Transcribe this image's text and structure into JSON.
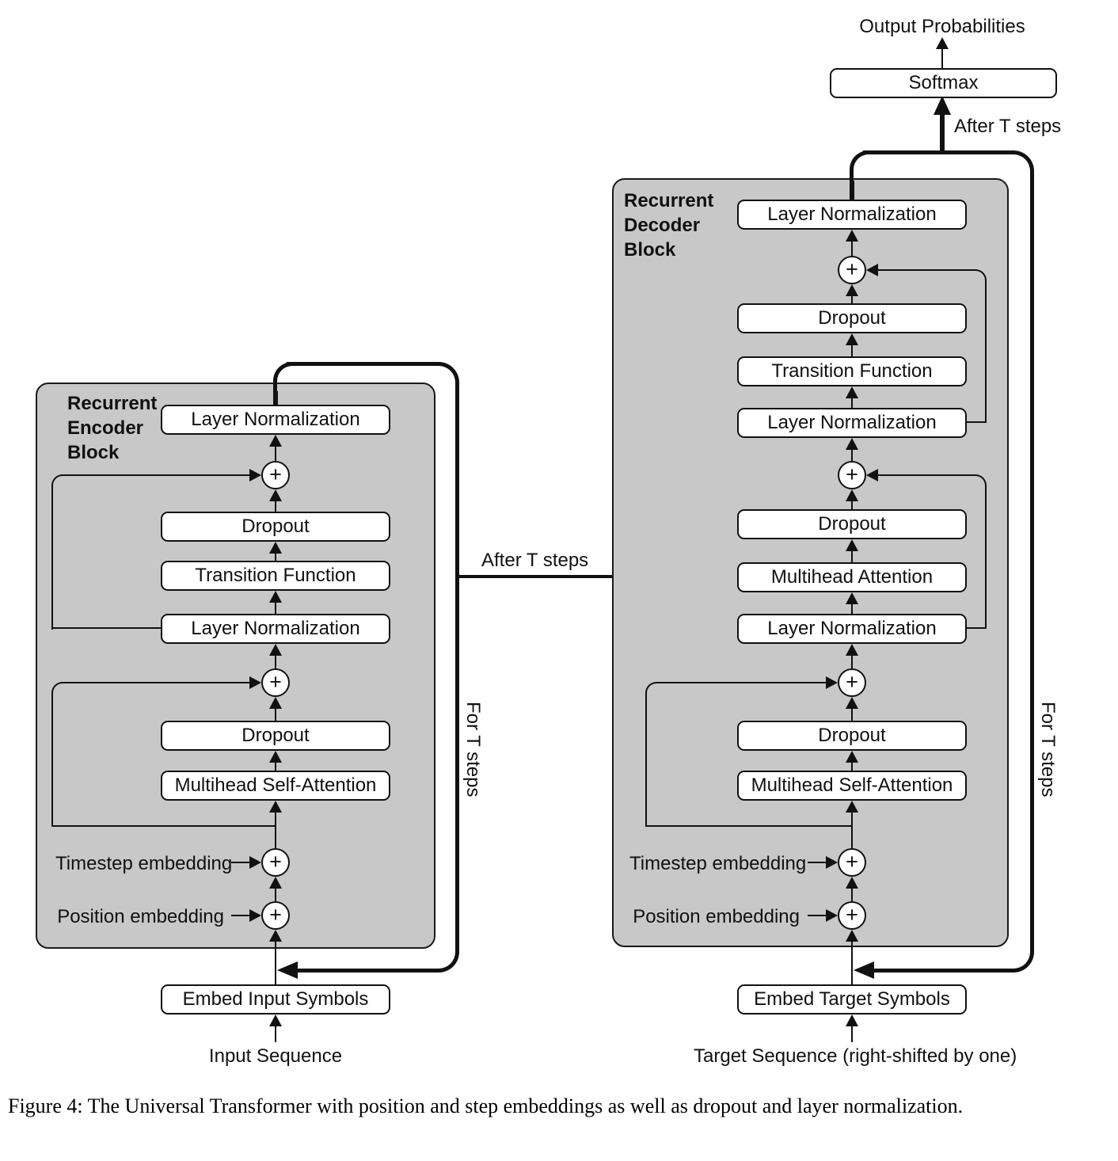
{
  "output": {
    "label": "Output Probabilities",
    "softmax": "Softmax",
    "after_t_steps": "After T steps"
  },
  "bridge": {
    "after_t_steps": "After T steps"
  },
  "encoder": {
    "title": "Recurrent Encoder Block",
    "layer_norm": "Layer Normalization",
    "dropout": "Dropout",
    "transition": "Transition Function",
    "self_attention": "Multihead Self-Attention",
    "timestep": "Timestep embedding",
    "position": "Position embedding",
    "embed": "Embed Input Symbols",
    "sequence": "Input Sequence",
    "loop": "For T steps"
  },
  "decoder": {
    "title": "Recurrent Decoder Block",
    "layer_norm": "Layer Normalization",
    "dropout": "Dropout",
    "transition": "Transition Function",
    "attention": "Multihead Attention",
    "self_attention": "Multihead Self-Attention",
    "timestep": "Timestep embedding",
    "position": "Position embedding",
    "embed": "Embed Target Symbols",
    "sequence": "Target Sequence (right-shifted by one)",
    "loop": "For T steps"
  },
  "plus_sign": "+",
  "caption": {
    "text": "Figure 4: The Universal Transformer with position and step embeddings as well as dropout and layer normalization."
  },
  "colors": {
    "block_fill": "#c8c8c8",
    "line": "#111111",
    "box_fill": "#ffffff"
  }
}
